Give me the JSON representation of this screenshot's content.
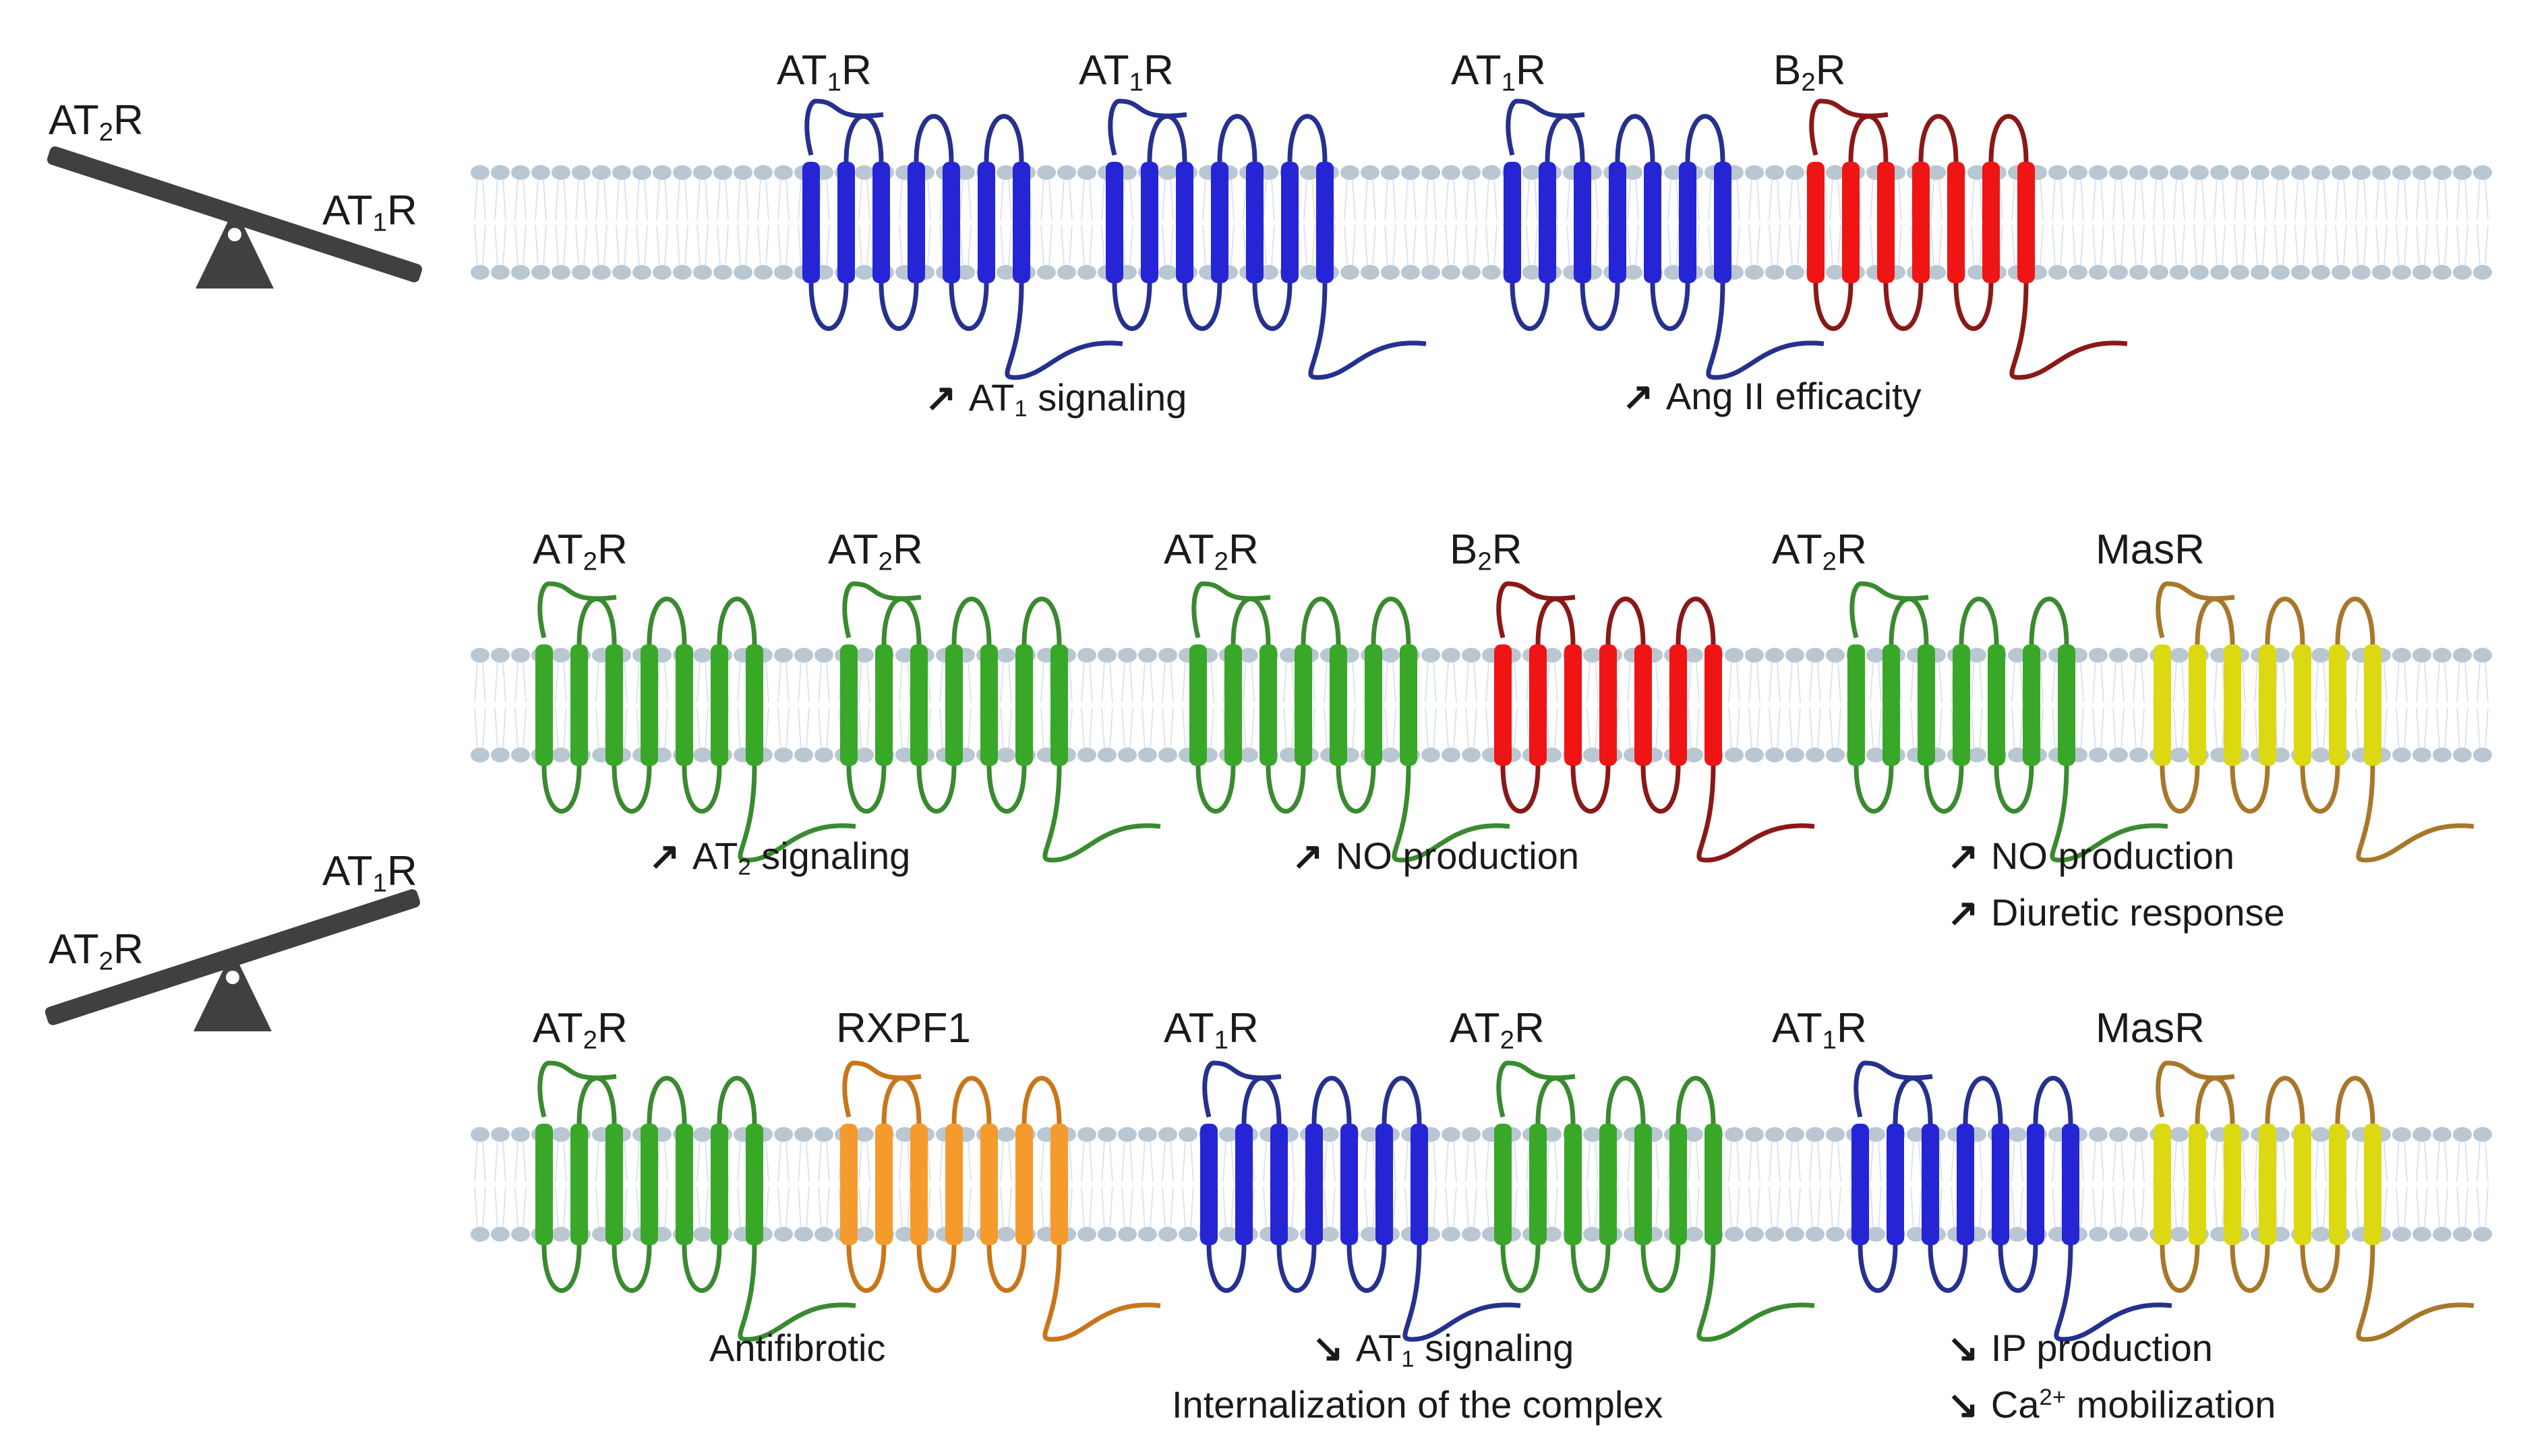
{
  "seesaw_top": {
    "left_label": "AT",
    "left_sub": "2",
    "left_suffix": "R",
    "right_label": "AT",
    "right_sub": "1",
    "right_suffix": "R"
  },
  "seesaw_bottom": {
    "left_label": "AT",
    "left_sub": "2",
    "left_suffix": "R",
    "right_label": "AT",
    "right_sub": "1",
    "right_suffix": "R"
  },
  "colors": {
    "membrane": "#b9c7d3",
    "at1r": "#2525d6",
    "at1r_loop": "#25308f",
    "at2r": "#39a829",
    "at2r_loop": "#3a8a30",
    "b2r": "#f01414",
    "b2r_loop": "#8b1818",
    "masr": "#dcd812",
    "masr_loop": "#a8772a",
    "rxfp1": "#f59b2d",
    "rxfp1_loop": "#c8761a",
    "seesaw": "#404040"
  },
  "receptors": [
    {
      "base": "AT",
      "sub": "1",
      "suffix": "R",
      "type": "at1r"
    },
    {
      "base": "AT",
      "sub": "1",
      "suffix": "R",
      "type": "at1r"
    },
    {
      "base": "AT",
      "sub": "1",
      "suffix": "R",
      "type": "at1r"
    },
    {
      "base": "B",
      "sub": "2",
      "suffix": "R",
      "type": "b2r"
    },
    {
      "base": "AT",
      "sub": "2",
      "suffix": "R",
      "type": "at2r"
    },
    {
      "base": "AT",
      "sub": "2",
      "suffix": "R",
      "type": "at2r"
    },
    {
      "base": "AT",
      "sub": "2",
      "suffix": "R",
      "type": "at2r"
    },
    {
      "base": "B",
      "sub": "2",
      "suffix": "R",
      "type": "b2r"
    },
    {
      "base": "AT",
      "sub": "2",
      "suffix": "R",
      "type": "at2r"
    },
    {
      "base": "MasR",
      "sub": "",
      "suffix": "",
      "type": "masr"
    },
    {
      "base": "AT",
      "sub": "2",
      "suffix": "R",
      "type": "at2r"
    },
    {
      "base": "RXPF1",
      "sub": "",
      "suffix": "",
      "type": "rxfp1"
    },
    {
      "base": "AT",
      "sub": "1",
      "suffix": "R",
      "type": "at1r"
    },
    {
      "base": "AT",
      "sub": "2",
      "suffix": "R",
      "type": "at2r"
    },
    {
      "base": "AT",
      "sub": "1",
      "suffix": "R",
      "type": "at1r"
    },
    {
      "base": "MasR",
      "sub": "",
      "suffix": "",
      "type": "masr"
    }
  ],
  "effects": {
    "e1": {
      "arrow": "↗",
      "pre": "AT",
      "sub": "1",
      "post": " signaling"
    },
    "e2": {
      "arrow": "↗",
      "text": "Ang II efficacity"
    },
    "e3": {
      "arrow": "↗",
      "pre": "AT",
      "sub": "2",
      "post": " signaling"
    },
    "e4": {
      "arrow": "↗",
      "text": "NO production"
    },
    "e5a": {
      "arrow": "↗",
      "text": "NO production"
    },
    "e5b": {
      "arrow": "↗",
      "text": "Diuretic response"
    },
    "e6": {
      "text": "Antifibrotic"
    },
    "e7a": {
      "arrow": "↘",
      "pre": "AT",
      "sub": "1",
      "post": " signaling"
    },
    "e7b": {
      "text": "Internalization of the complex"
    },
    "e8a": {
      "arrow": "↘",
      "text": "IP production"
    },
    "e8b": {
      "arrow": "↘",
      "pre": "Ca",
      "sup": "2+",
      "post": " mobilization"
    }
  }
}
